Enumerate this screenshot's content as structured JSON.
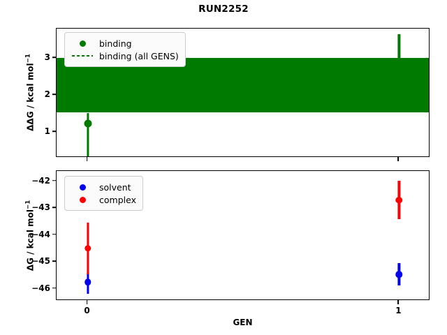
{
  "title": "RUN2252",
  "xlabel": "GEN",
  "xticks": [
    "0",
    "1"
  ],
  "panels": {
    "top": {
      "ylabel_prefix": "ΔΔG / kcal mol",
      "ylabel_sup": "−1",
      "yticks": [
        "3",
        "2",
        "1"
      ],
      "legend": [
        {
          "label": "binding",
          "style": "marker",
          "color": "#017a01"
        },
        {
          "label": "binding (all GENS)",
          "style": "dotted-line",
          "color": "#017a01"
        }
      ]
    },
    "bottom": {
      "ylabel_prefix": "ΔG / kcal mol",
      "ylabel_sup": "−1",
      "yticks": [
        "−42",
        "−43",
        "−44",
        "−45",
        "−46"
      ],
      "legend": [
        {
          "label": "solvent",
          "style": "marker",
          "color": "#0000ee"
        },
        {
          "label": "complex",
          "style": "marker",
          "color": "#fe0000"
        }
      ]
    }
  },
  "colors": {
    "binding": "#017a01",
    "solvent": "#0000ee",
    "complex": "#fe0000",
    "axis": "#000000",
    "background": "#ffffff"
  },
  "chart_data": [
    {
      "type": "scatter",
      "panel": "top",
      "title": "RUN2252",
      "xlabel": "GEN",
      "ylabel": "ΔΔG / kcal mol⁻¹",
      "x": [
        0,
        1
      ],
      "xlim": [
        -0.1,
        1.1
      ],
      "ylim": [
        0.3,
        3.8
      ],
      "ytick_values": [
        1,
        2,
        3
      ],
      "grid": false,
      "legend_position": "upper left",
      "series": [
        {
          "name": "binding",
          "color": "#017a01",
          "values": [
            1.22,
            2.78
          ],
          "err_low": [
            0.33,
            2.53
          ],
          "err_high": [
            1.52,
            3.65
          ]
        },
        {
          "name": "binding (all GENS)",
          "color": "#017a01",
          "style": "dotted-band",
          "band_low": 1.53,
          "band_high": 3.0,
          "band_mean": 2.26
        }
      ]
    },
    {
      "type": "scatter",
      "panel": "bottom",
      "xlabel": "GEN",
      "ylabel": "ΔG / kcal mol⁻¹",
      "x": [
        0,
        1
      ],
      "xlim": [
        -0.1,
        1.1
      ],
      "ylim": [
        -46.45,
        -41.62
      ],
      "ytick_values": [
        -42,
        -43,
        -44,
        -45,
        -46
      ],
      "grid": false,
      "legend_position": "upper left",
      "series": [
        {
          "name": "solvent",
          "color": "#0000ee",
          "values": [
            -45.76,
            -45.47
          ],
          "err_low": [
            -46.2,
            -45.88
          ],
          "err_high": [
            -45.38,
            -45.04
          ]
        },
        {
          "name": "complex",
          "color": "#fe0000",
          "values": [
            -44.49,
            -42.71
          ],
          "err_low": [
            -45.46,
            -43.42
          ],
          "err_high": [
            -43.55,
            -41.98
          ]
        }
      ]
    }
  ]
}
